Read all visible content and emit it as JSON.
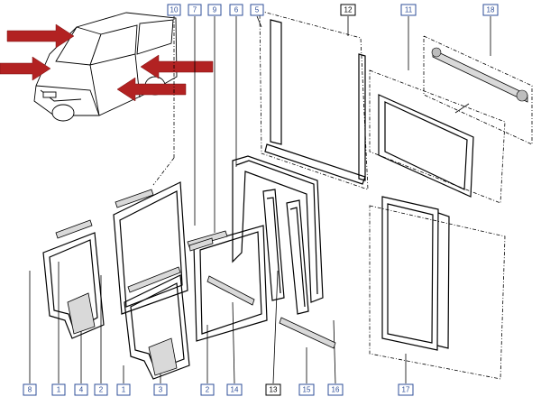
{
  "callouts": {
    "c10": "10",
    "c7": "7",
    "c9": "9",
    "c6": "6",
    "c5": "5",
    "c12": "12",
    "c11": "11",
    "c18": "18",
    "c8": "8",
    "c1a": "1",
    "c4": "4",
    "c2a": "2",
    "c1b": "1",
    "c3": "3",
    "c2b": "2",
    "c14": "14",
    "c13": "13",
    "c15": "15",
    "c16": "16",
    "c17": "17"
  },
  "colors": {
    "callout_blue": "#2f4f99",
    "arrow_red": "#b22222",
    "seal_fill": "#d9d9d9"
  }
}
